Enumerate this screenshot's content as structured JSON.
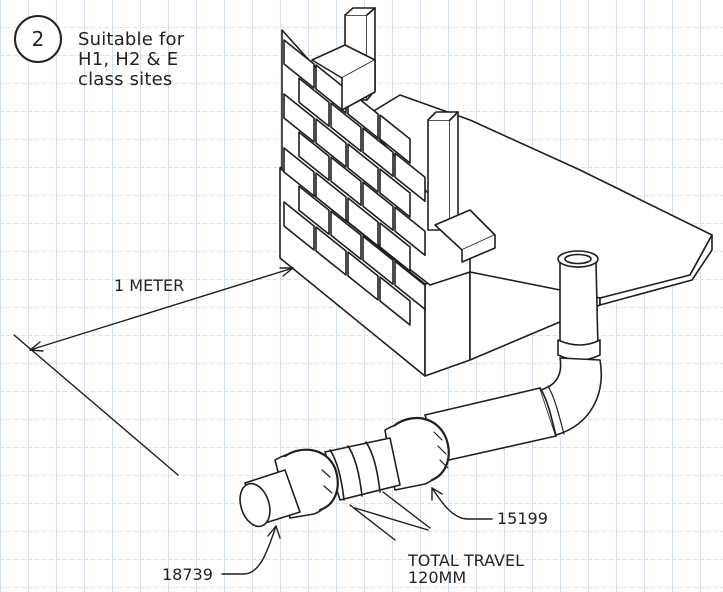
{
  "badge": {
    "number": "2"
  },
  "suitability": {
    "lines": [
      "Suitable for",
      "H1, H2 & E",
      "class sites"
    ]
  },
  "labels": {
    "distance": "1 METER",
    "part_a": "15199",
    "part_b": "18739",
    "travel_line1": "TOTAL TRAVEL",
    "travel_line2": "120MM"
  },
  "colors": {
    "line": "#1f1f1f",
    "grid": "#cfe3f1",
    "background": "#ffffff"
  }
}
